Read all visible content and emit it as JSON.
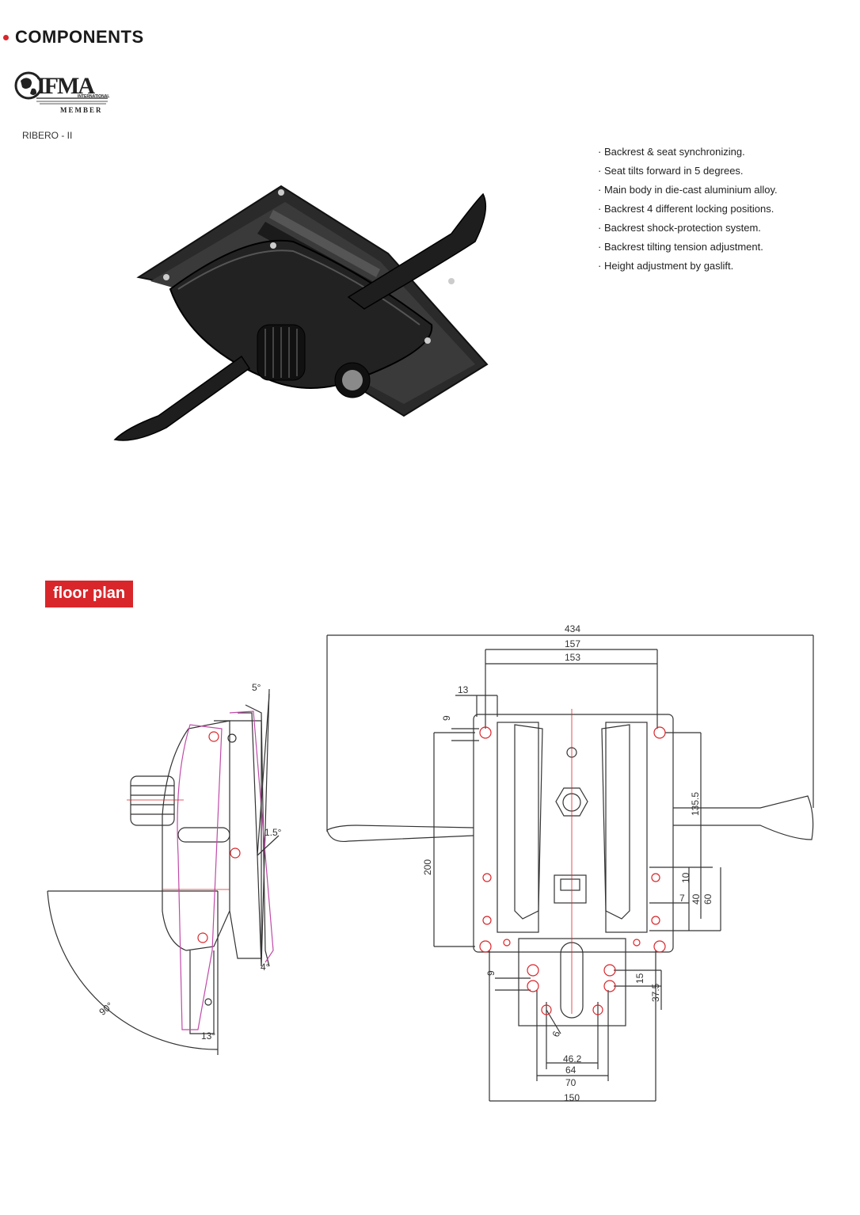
{
  "header": {
    "title": "COMPONENTS"
  },
  "logo": {
    "text": "BIFMA",
    "sub": "INTERNATIONAL",
    "member": "MEMBER"
  },
  "product": {
    "model": "RIBERO - II"
  },
  "features": [
    "Backrest & seat synchronizing.",
    "Seat tilts forward in 5 degrees.",
    "Main body in die-cast aluminium alloy.",
    "Backrest 4 different locking positions.",
    "Backrest shock-protection system.",
    "Backrest tilting tension adjustment.",
    "Height adjustment by gaslift."
  ],
  "floor_plan": {
    "label": "floor plan"
  },
  "side_view": {
    "angles": {
      "a5": "5°",
      "a15": "1.5°",
      "a4": "4°",
      "a90": "90°",
      "a13": "13°"
    }
  },
  "top_view": {
    "dims": {
      "d434": "434",
      "d157": "157",
      "d153": "153",
      "d13": "13",
      "d9a": "9",
      "d1355": "135.5",
      "d200": "200",
      "d10": "10",
      "d7": "7",
      "d40": "40",
      "d60": "60",
      "d9b": "9",
      "d15": "15",
      "d375": "37.5",
      "d6": "6",
      "d462": "46.2",
      "d64": "64",
      "d70": "70",
      "d150": "150"
    }
  },
  "colors": {
    "accent": "#d8262b",
    "pink_outline": "#c04aa8",
    "line": "#333333"
  }
}
